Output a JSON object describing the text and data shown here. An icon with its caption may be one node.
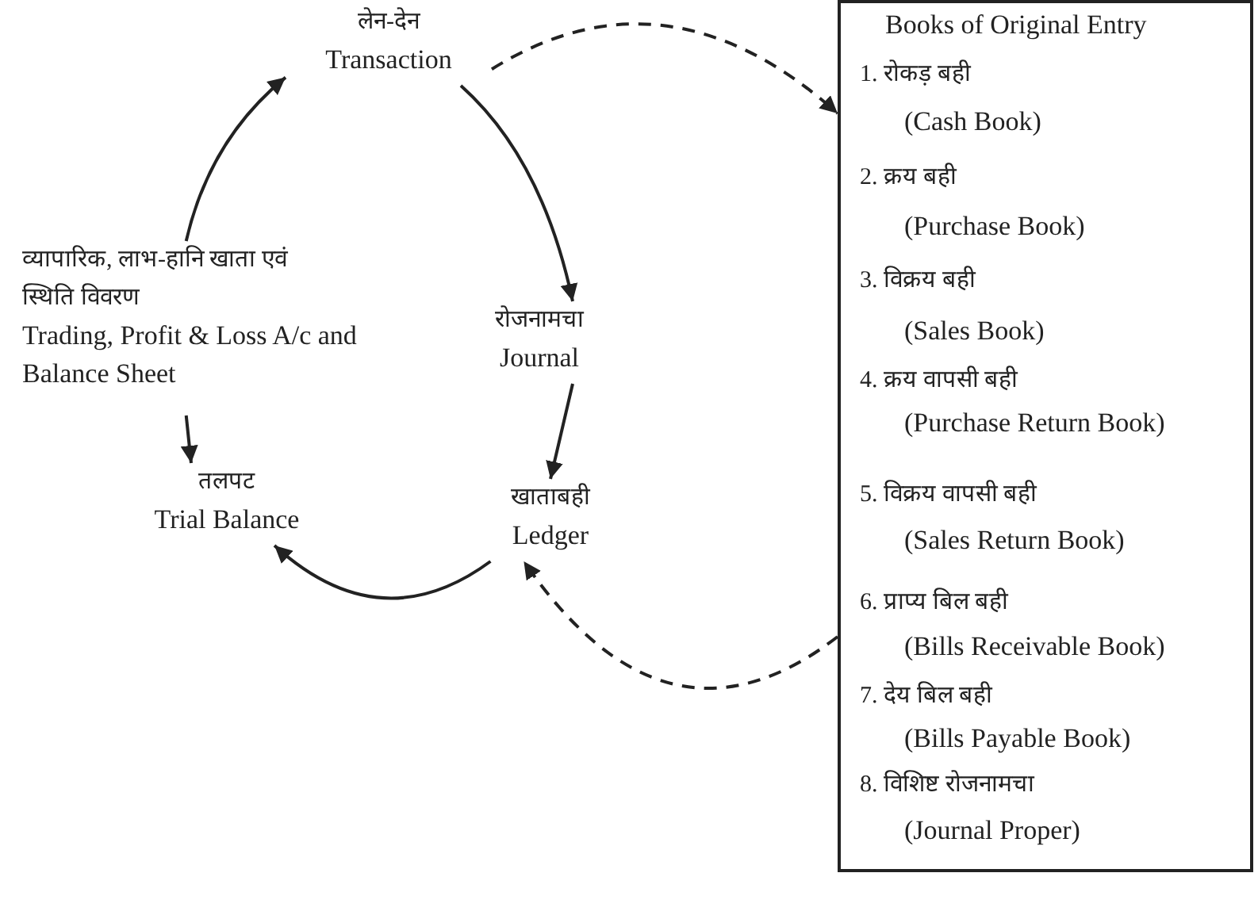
{
  "diagram": {
    "nodes": [
      {
        "text": [
          "लेन-देन",
          "Transaction"
        ]
      },
      {
        "text": [
          "रोजनामचा",
          "Journal"
        ]
      },
      {
        "text": [
          "खाताबही",
          "Ledger"
        ]
      },
      {
        "text": [
          "तलपट",
          "Trial Balance"
        ]
      },
      {
        "text": [
          "व्यापारिक, लाभ-हानि खाता एवं स्थिति विवरण",
          "Trading, Profit & Loss A/c and Balance Sheet"
        ]
      },
      {
        "text": [
          "Books of Original Entry",
          "1. रोकड़ बही",
          "(Cash Book)",
          "2. क्रय बही",
          "(Purchase Book)",
          "3. विक्रय बही",
          "(Sales Book)",
          "4. क्रय वापसी बही",
          "(Purchase Return Book)",
          "5. विक्रय वापसी बही",
          "(Sales Return Book)",
          "6. प्राप्य बिल बही",
          "(Bills Receivable Book)",
          "7. देय बिल बही",
          "(Bills Payable Book)",
          "8. विशिष्ट रोजनामचा",
          "(Journal Proper)"
        ]
      }
    ],
    "edges": [
      {
        "from": 0,
        "to": 1,
        "arrow": "to"
      },
      {
        "from": 1,
        "to": 2,
        "arrow": "to"
      },
      {
        "from": 2,
        "to": 3,
        "arrow": "to"
      },
      {
        "from": 4,
        "to": 3,
        "arrow": "to"
      },
      {
        "from": 4,
        "to": 0,
        "arrow": "to"
      },
      {
        "from": 0,
        "to": 5,
        "arrow": "to",
        "style": "dashed"
      },
      {
        "from": 5,
        "to": 2,
        "arrow": "to",
        "style": "dashed"
      }
    ]
  }
}
